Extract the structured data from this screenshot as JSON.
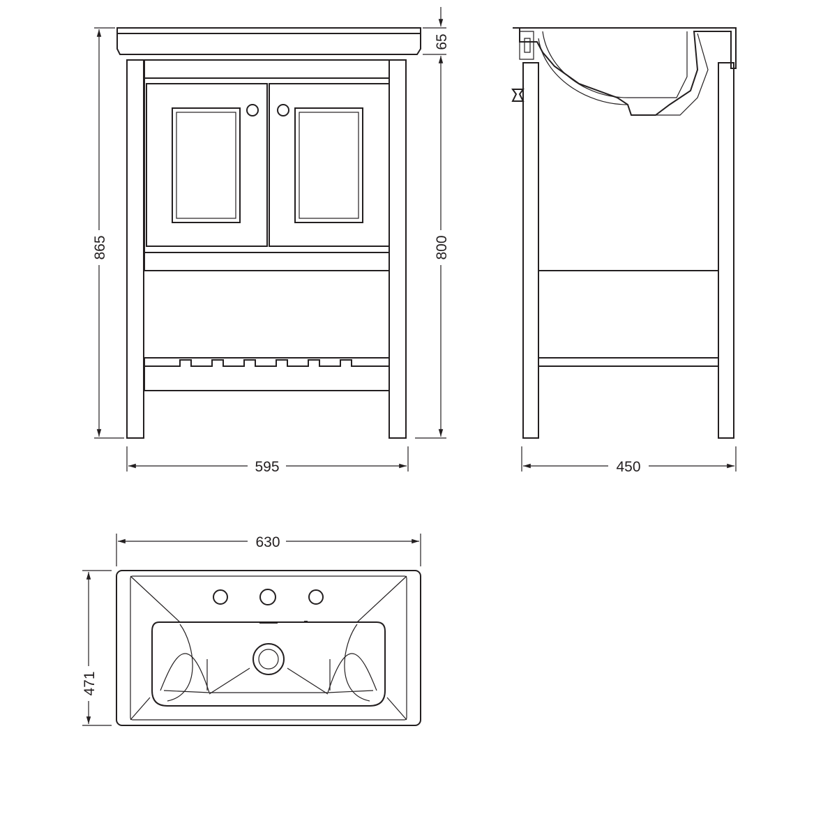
{
  "drawing": {
    "front_view": {
      "height_total": "865",
      "top_height": "65",
      "body_height": "800",
      "width": "595"
    },
    "side_view": {
      "depth": "450"
    },
    "top_view": {
      "width": "630",
      "depth": "471"
    },
    "colors": {
      "line": "#231f20",
      "background": "#ffffff"
    }
  }
}
